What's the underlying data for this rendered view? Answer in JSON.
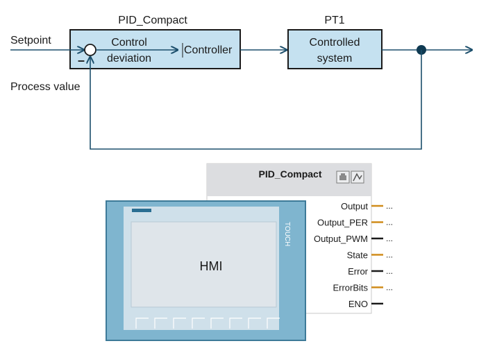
{
  "control_loop": {
    "pid_title": "PID_Compact",
    "pt1_title": "PT1",
    "setpoint_label": "Setpoint",
    "process_value_label": "Process value",
    "minus_sign": "–",
    "deviation_line1": "Control",
    "deviation_line2": "deviation",
    "controller_label": "Controller",
    "system_line1": "Controlled",
    "system_line2": "system",
    "colors": {
      "block_fill": "#c5e1f0",
      "line": "#1b4e6b"
    }
  },
  "function_block": {
    "title": "PID_Compact",
    "outputs": [
      {
        "name": "Output",
        "value": "...",
        "pin_color": "#d08c1a"
      },
      {
        "name": "Output_PER",
        "value": "...",
        "pin_color": "#d08c1a"
      },
      {
        "name": "Output_PWM",
        "value": "...",
        "pin_color": "#1a1a1a"
      },
      {
        "name": "State",
        "value": "...",
        "pin_color": "#d08c1a"
      },
      {
        "name": "Error",
        "value": "...",
        "pin_color": "#1a1a1a"
      },
      {
        "name": "ErrorBits",
        "value": "...",
        "pin_color": "#d08c1a"
      },
      {
        "name": "ENO",
        "value": "",
        "pin_color": "#1a1a1a"
      }
    ]
  },
  "hmi": {
    "label": "HMI",
    "brand_text": "TOUCH",
    "colors": {
      "frame": "#7fb5cf",
      "screen": "#dfe5ea"
    }
  }
}
